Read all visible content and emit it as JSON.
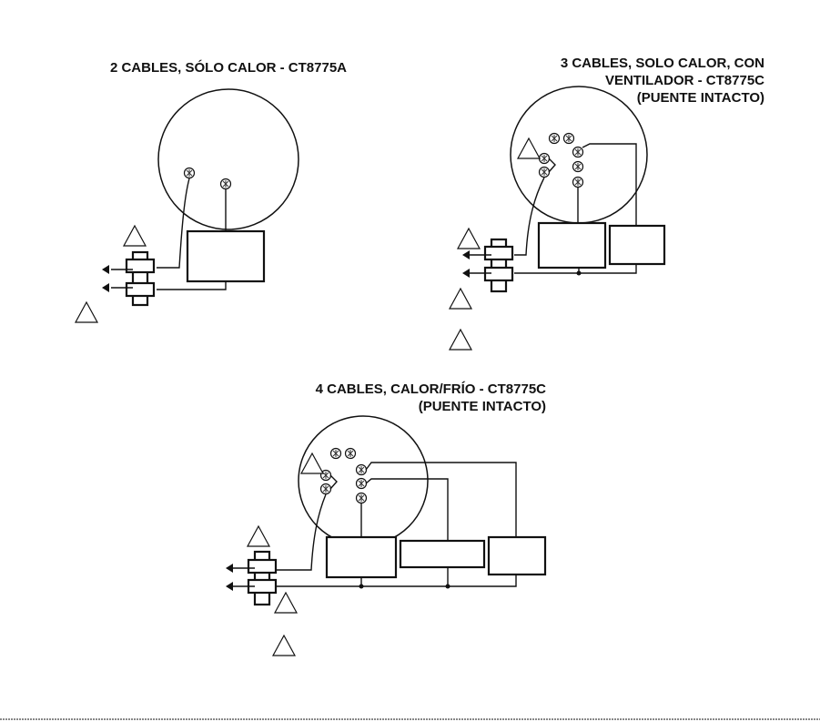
{
  "diagrams": [
    {
      "title_lines": [
        "2 CABLES, SÓLO CALOR - CT8775A"
      ]
    },
    {
      "title_lines": [
        "3 CABLES, SOLO CALOR, CON",
        "VENTILADOR - CT8775C",
        "(PUENTE INTACTO)"
      ]
    },
    {
      "title_lines": [
        "4 CABLES, CALOR/FRÍO - CT8775C",
        "(PUENTE INTACTO)"
      ]
    }
  ]
}
